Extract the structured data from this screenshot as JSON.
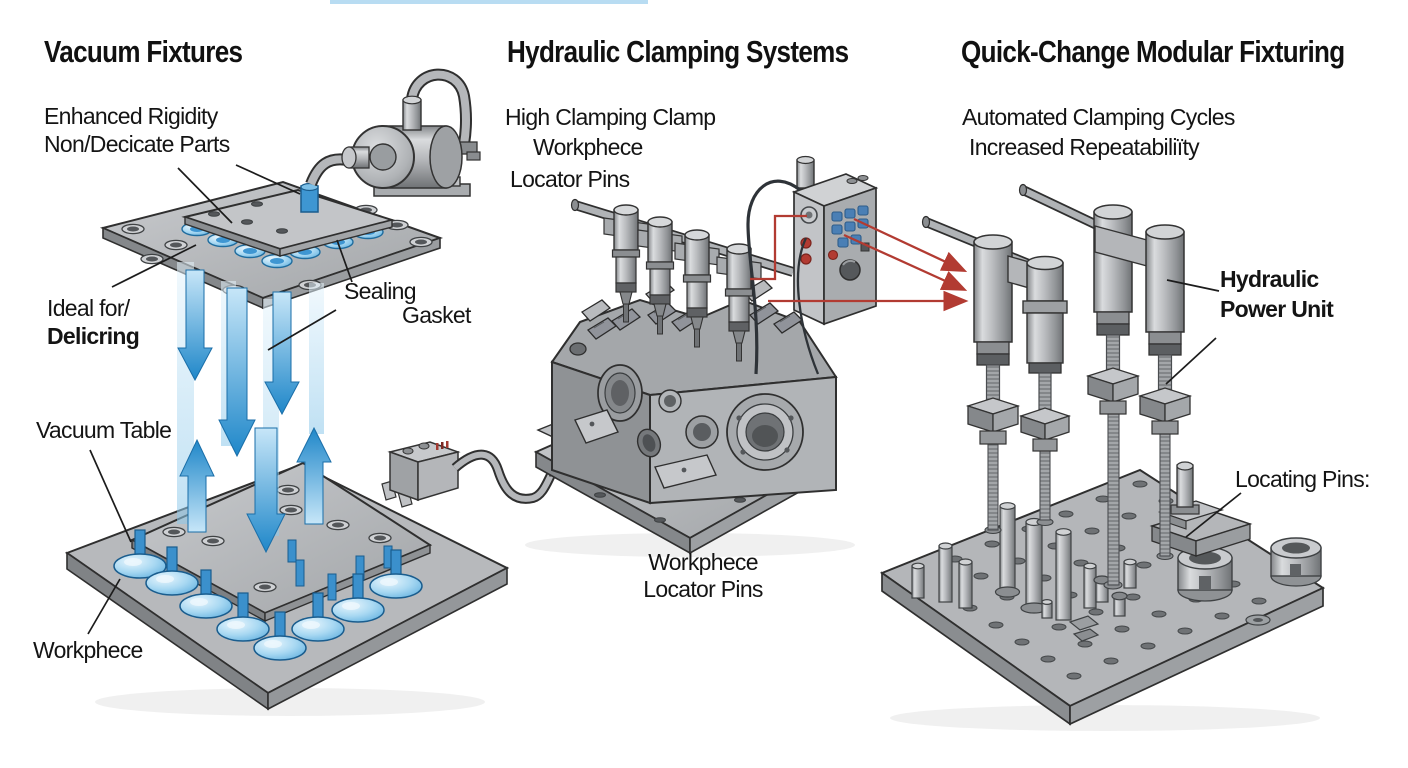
{
  "page": {
    "background": "#ffffff",
    "accent_blue": "#3e96d2",
    "annotation_red": "#b23b32",
    "metal_gray": "#b4b6b9",
    "text_color": "#141414"
  },
  "panels": {
    "vacuum": {
      "title": "Vacuum Fixtures",
      "benefit1": "Enhanced Rigidity",
      "benefit2": "Non/Decicate Parts",
      "ideal1": "Ideal for/",
      "ideal2": "Delicring",
      "sealing": "Sealing",
      "gasket": "Gasket",
      "vacuum_table": "Vacuum Table",
      "workpiece": "Workphece"
    },
    "hydraulic": {
      "title": "Hydraulic Clamping Systems",
      "benefit1": "High Clamping Clamp",
      "benefit2": "Workphece",
      "benefit3": "Locator Pins",
      "caption1": "Workphece",
      "caption2": "Locator Pins"
    },
    "quickchange": {
      "title": "Quick-Change Modular Fixturing",
      "benefit1": "Automated Clamping Cycles",
      "benefit2": "Increased Repeatabiliïty",
      "hpu1": "Hydraulic",
      "hpu2": "Power Unit",
      "locating_pins": "Locating Pins:"
    }
  }
}
